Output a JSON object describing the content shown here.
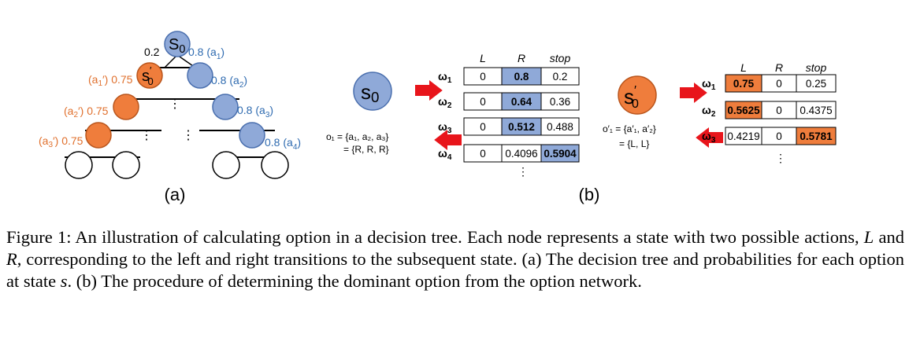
{
  "colors": {
    "blue_node": "#8fa9d8",
    "blue_stroke": "#4a6fae",
    "orange_node": "#ef7d3c",
    "orange_stroke": "#b9551c",
    "blue_text": "#2f6bb0",
    "orange_text": "#e0702d",
    "arrow_red": "#e8151b",
    "cell_blue": "#8fa9d8",
    "cell_orange": "#ef7d3c"
  },
  "panel_a": {
    "root_label": "S",
    "root_sub": "0",
    "root_left_prob": "0.2",
    "root_right_label": "0.8 (a",
    "root_right_sub": "1",
    "child_label": "s",
    "child_prime": "′",
    "child_sub": "0",
    "left_probs": [
      {
        "pre": "(a",
        "sub": "1",
        "post": "′) 0.75"
      },
      {
        "pre": "(a",
        "sub": "2",
        "post": "′) 0.75"
      },
      {
        "pre": "(a",
        "sub": "3",
        "post": "′) 0.75"
      }
    ],
    "right_probs": [
      {
        "pre": "0.8 (a",
        "sub": "2",
        "post": ")"
      },
      {
        "pre": "0.8 (a",
        "sub": "3",
        "post": ")"
      },
      {
        "pre": "0.8 (a",
        "sub": "4",
        "post": ")"
      }
    ],
    "dots": "⋮",
    "label": "(a)"
  },
  "panel_b": {
    "label": "(b)",
    "s0": {
      "main": "s",
      "sub": "0"
    },
    "s0p": {
      "main": "s",
      "prime": "′",
      "sub": "0"
    },
    "table1": {
      "headers": [
        "L",
        "R",
        "stop"
      ],
      "rows": [
        {
          "omega": "ω",
          "sub": "1",
          "cells": [
            "0",
            "0.8",
            "0.2"
          ],
          "highlight": 1
        },
        {
          "omega": "ω",
          "sub": "2",
          "cells": [
            "0",
            "0.64",
            "0.36"
          ],
          "highlight": 1
        },
        {
          "omega": "ω",
          "sub": "3",
          "cells": [
            "0",
            "0.512",
            "0.488"
          ],
          "highlight": 1
        },
        {
          "omega": "ω",
          "sub": "4",
          "cells": [
            "0",
            "0.4096",
            "0.5904"
          ],
          "highlight": 2
        }
      ]
    },
    "table2": {
      "headers": [
        "L",
        "R",
        "stop"
      ],
      "rows": [
        {
          "omega": "ω",
          "sub": "1",
          "cells": [
            "0.75",
            "0",
            "0.25"
          ],
          "highlight": 0
        },
        {
          "omega": "ω",
          "sub": "2",
          "cells": [
            "0.5625",
            "0",
            "0.4375"
          ],
          "highlight": 0
        },
        {
          "omega": "ω",
          "sub": "3",
          "cells": [
            "0.4219",
            "0",
            "0.5781"
          ],
          "highlight": 2
        }
      ]
    },
    "option1_line1": "o₁ = {a₁, a₂, a₃}",
    "option1_line2": "= {R, R, R}",
    "option2_line1": "o′₁ = {a′₁, a′₂}",
    "option2_line2": "= {L, L}"
  },
  "caption": {
    "p1": "Figure 1: An illustration of calculating option in a decision tree. Each node represents a state with two possible actions, ",
    "L": "L",
    "p2": " and ",
    "R": "R",
    "p3": ", corresponding to the left and right transitions to the subsequent state. (a) The decision tree and probabilities for each option at state ",
    "s": "s",
    "p4": ". (b) The procedure of determining the dominant option from the option network."
  }
}
